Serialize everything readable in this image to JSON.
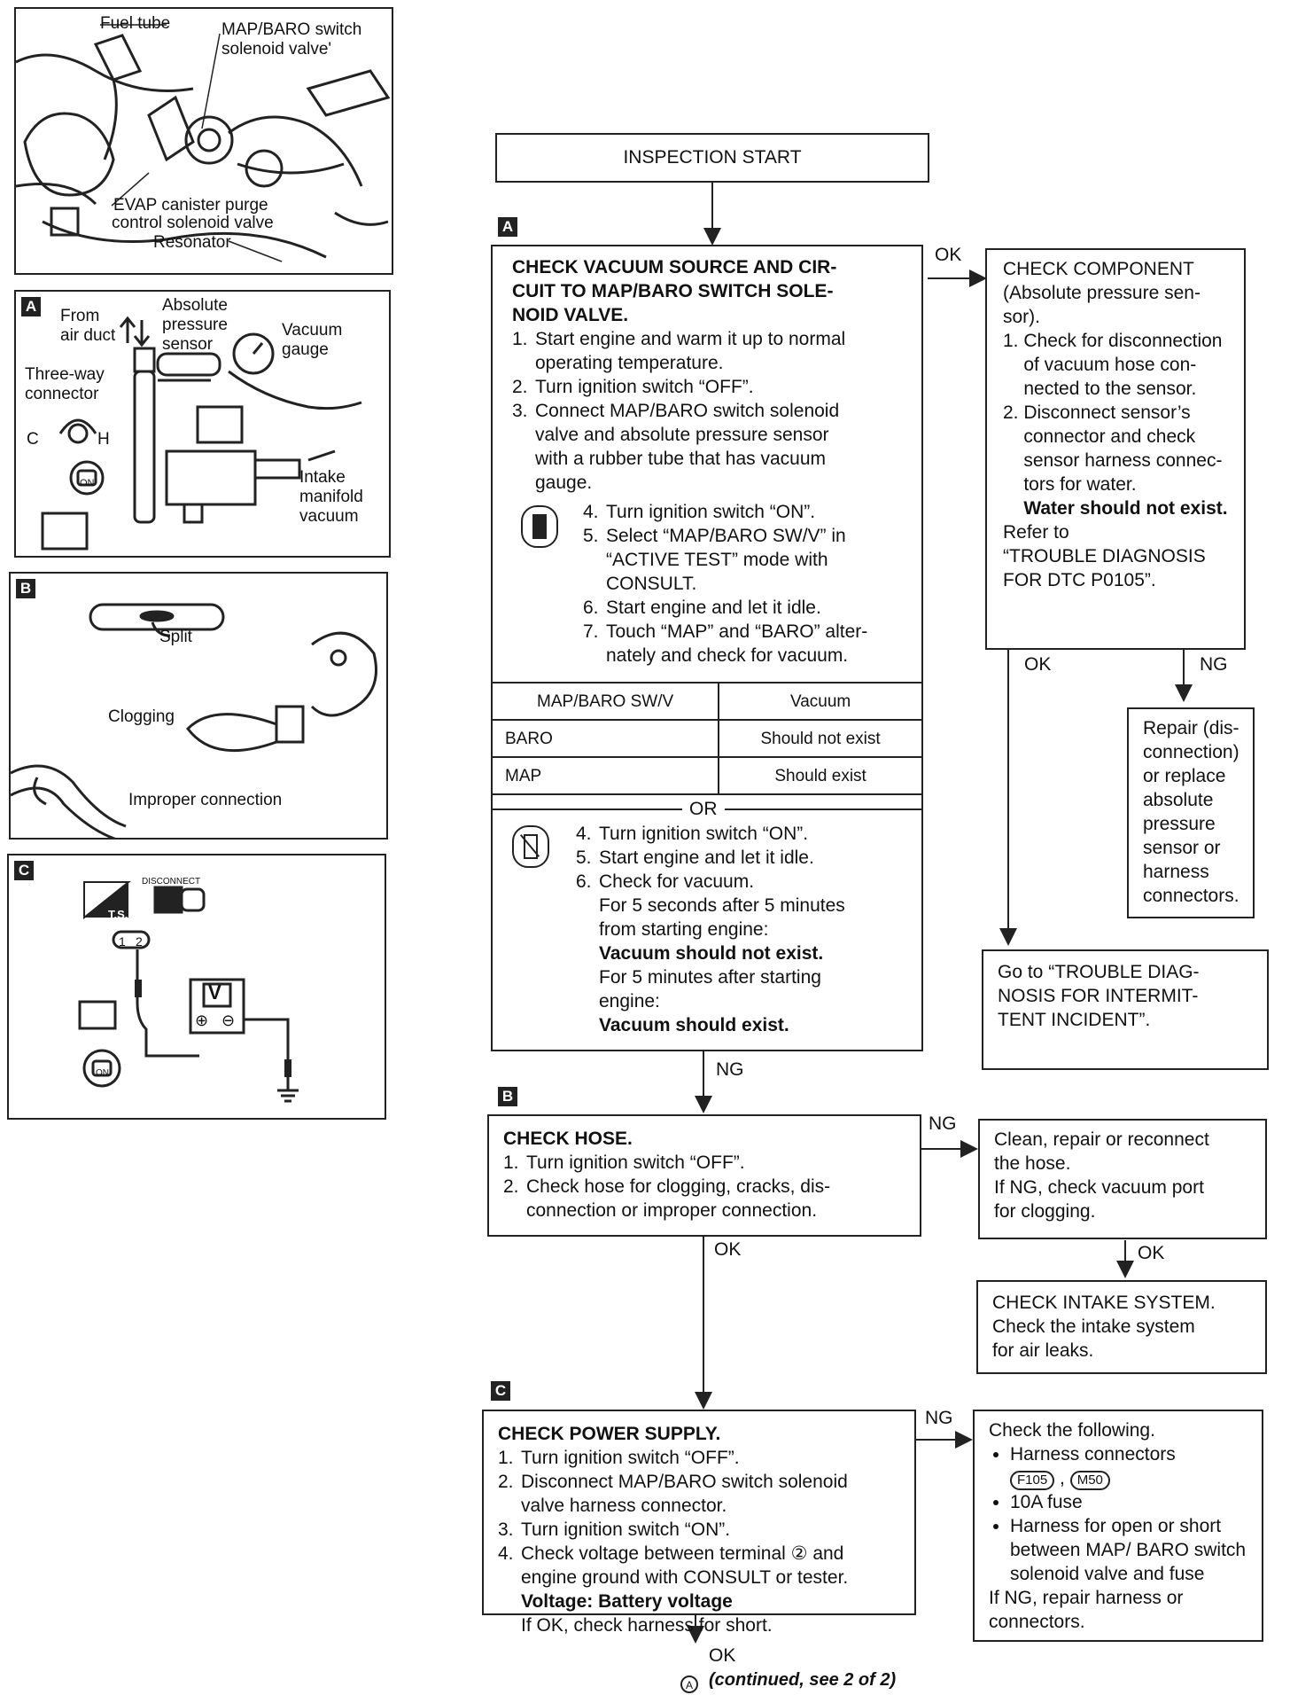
{
  "fig1": {
    "labels": [
      "Fuel tube",
      "MAP/BARO switch",
      "solenoid valve'",
      "EVAP canister purge",
      "control solenoid valve",
      "Resonator"
    ]
  },
  "figA": {
    "tag": "A",
    "labels": {
      "from_air_duct": [
        "From",
        "air duct"
      ],
      "abs_sensor": [
        "Absolute",
        "pressure",
        "sensor"
      ],
      "vacuum_gauge": [
        "Vacuum",
        "gauge"
      ],
      "three_way": [
        "Three-way",
        "connector"
      ],
      "c": "C",
      "h": "H",
      "on": "ON",
      "intake": [
        "Intake",
        "manifold",
        "vacuum"
      ]
    }
  },
  "figB": {
    "tag": "B",
    "labels": {
      "split": "Split",
      "clogging": "Clogging",
      "improper": "Improper connection"
    }
  },
  "figC": {
    "tag": "C",
    "labels": {
      "ts": "T.S.",
      "disconnect": "DISCONNECT",
      "t1": "1",
      "t2": "2",
      "v": "V",
      "plus": "⊕",
      "minus": "⊖",
      "on": "ON"
    }
  },
  "flow": {
    "start": "INSPECTION START",
    "box_a": {
      "tag": "A",
      "title": [
        "CHECK VACUUM SOURCE AND CIR-",
        "CUIT TO MAP/BARO SWITCH SOLE-",
        "NOID VALVE."
      ],
      "steps1": [
        {
          "n": "1.",
          "t": "Start engine and warm it up to normal"
        },
        {
          "n": "",
          "t": "operating temperature."
        },
        {
          "n": "2.",
          "t": "Turn ignition switch “OFF”."
        },
        {
          "n": "3.",
          "t": "Connect MAP/BARO switch solenoid"
        },
        {
          "n": "",
          "t": "valve and absolute pressure sensor"
        },
        {
          "n": "",
          "t": "with a rubber tube that has vacuum"
        },
        {
          "n": "",
          "t": "gauge."
        }
      ],
      "steps2": [
        {
          "n": "4.",
          "t": "Turn ignition switch “ON”."
        },
        {
          "n": "5.",
          "t": "Select “MAP/BARO SW/V” in"
        },
        {
          "n": "",
          "t": "“ACTIVE TEST” mode with"
        },
        {
          "n": "",
          "t": "CONSULT."
        },
        {
          "n": "6.",
          "t": "Start engine and let it idle."
        },
        {
          "n": "7.",
          "t": "Touch “MAP” and “BARO” alter-"
        },
        {
          "n": "",
          "t": "nately and check for vacuum."
        }
      ],
      "table": {
        "headers": [
          "MAP/BARO SW/V",
          "Vacuum"
        ],
        "rows": [
          [
            "BARO",
            "Should not exist"
          ],
          [
            "MAP",
            "Should exist"
          ]
        ]
      },
      "or": "OR",
      "steps3": [
        {
          "n": "4.",
          "t": "Turn ignition switch “ON”."
        },
        {
          "n": "5.",
          "t": "Start engine and let it idle."
        },
        {
          "n": "6.",
          "t": "Check for vacuum."
        },
        {
          "n": "",
          "t": "For 5 seconds after 5 minutes"
        },
        {
          "n": "",
          "t": "from starting engine:"
        },
        {
          "n": "",
          "t": "Vacuum should not exist.",
          "b": true
        },
        {
          "n": "",
          "t": "For 5 minutes after starting"
        },
        {
          "n": "",
          "t": "engine:"
        },
        {
          "n": "",
          "t": "Vacuum should exist.",
          "b": true
        }
      ]
    },
    "component": {
      "lines": [
        {
          "t": "CHECK COMPONENT"
        },
        {
          "t": "(Absolute pressure sen-"
        },
        {
          "t": "sor)."
        },
        {
          "t": "1. Check for disconnection"
        },
        {
          "t": "    of vacuum hose con-"
        },
        {
          "t": "    nected to the sensor."
        },
        {
          "t": "2. Disconnect sensor’s"
        },
        {
          "t": "    connector and check"
        },
        {
          "t": "    sensor harness connec-"
        },
        {
          "t": "    tors for water."
        },
        {
          "t": "    Water should not exist.",
          "b": true
        },
        {
          "t": "Refer to"
        },
        {
          "t": "“TROUBLE DIAGNOSIS"
        },
        {
          "t": "FOR DTC P0105”."
        }
      ]
    },
    "repair_sensor": [
      "Repair (dis-",
      "connection)",
      "or replace",
      "absolute",
      "pressure",
      "sensor or",
      "harness",
      "connectors."
    ],
    "intermittent": [
      "Go to “TROUBLE DIAG-",
      "NOSIS FOR INTERMIT-",
      "TENT INCIDENT”."
    ],
    "box_b": {
      "tag": "B",
      "title": "CHECK HOSE.",
      "lines": [
        {
          "n": "1.",
          "t": "Turn ignition switch “OFF”."
        },
        {
          "n": "2.",
          "t": "Check hose for clogging, cracks, dis-"
        },
        {
          "n": "",
          "t": "connection or improper connection."
        }
      ]
    },
    "clean": [
      "Clean, repair or reconnect",
      "the hose.",
      "If NG, check vacuum port",
      "for clogging."
    ],
    "intake": [
      "CHECK INTAKE SYSTEM.",
      "Check the intake system",
      "for air leaks."
    ],
    "box_c": {
      "tag": "C",
      "title": "CHECK POWER SUPPLY.",
      "lines": [
        {
          "n": "1.",
          "t": "Turn ignition switch “OFF”."
        },
        {
          "n": "2.",
          "t": "Disconnect MAP/BARO switch solenoid"
        },
        {
          "n": "",
          "t": "valve harness connector."
        },
        {
          "n": "3.",
          "t": "Turn ignition switch “ON”."
        },
        {
          "n": "4.",
          "t": "Check voltage between terminal ② and"
        },
        {
          "n": "",
          "t": "engine ground with CONSULT or tester."
        },
        {
          "n": "",
          "t": "Voltage: Battery voltage",
          "b": true
        },
        {
          "n": "",
          "t": "If OK, check harness for short."
        }
      ]
    },
    "check_following": {
      "title": "Check the following.",
      "items": [
        "Harness connectors",
        "10A fuse",
        "Harness for open or short between MAP/ BARO switch solenoid valve and fuse"
      ],
      "conn": [
        "F105",
        "M50"
      ],
      "footer": [
        "If NG, repair harness or",
        "connectors."
      ]
    },
    "labels": {
      "ok": "OK",
      "ng": "NG"
    },
    "continued": "(continued, see 2 of 2)",
    "continued_mark": "A"
  }
}
